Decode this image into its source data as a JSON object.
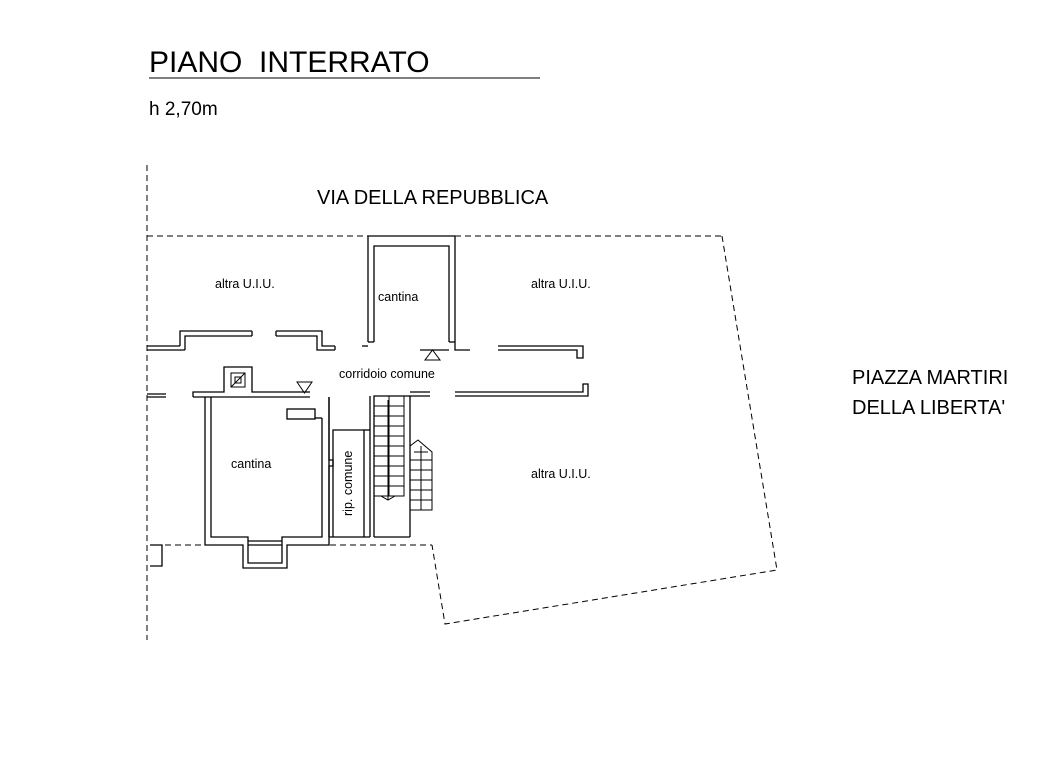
{
  "title": "PIANO  INTERRATO",
  "height_label": "h 2,70m",
  "street_label": "VIA DELLA REPUBBLICA",
  "square_label_line1": "PIAZZA MARTIRI",
  "square_label_line2": "DELLA LIBERTA'",
  "rooms": {
    "uiu_top_left": "altra U.I.U.",
    "cantina_top": "cantina",
    "uiu_top_right": "altra U.I.U.",
    "corridor": "corridoio comune",
    "cantina_main": "cantina",
    "storage": "rip. comune",
    "uiu_bottom_right": "altra U.I.U."
  },
  "colors": {
    "ink": "#000000",
    "background": "#ffffff"
  }
}
